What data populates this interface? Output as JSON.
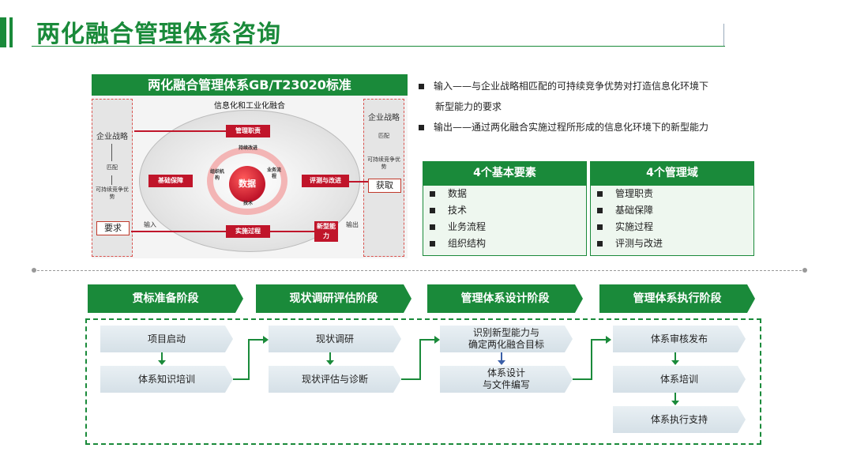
{
  "page": {
    "title": "两化融合管理体系咨询"
  },
  "diagram": {
    "header": "两化融合管理体系GB/T23020标准",
    "ellipse_title": "信息化和工业化融合",
    "left_side": {
      "top": "企业战略",
      "middle": "匹配",
      "bottom": "可持续竞争优势",
      "tag": "要求"
    },
    "right_side": {
      "top": "企业战略",
      "middle": "匹配",
      "bottom": "可持续竞争优势",
      "tag": "获取"
    },
    "boxes": {
      "mgmt": "管理职责",
      "base": "基础保障",
      "eval": "评测与改进",
      "impl": "实施过程",
      "newcap": "新型能力",
      "core": "数据"
    },
    "ring_labels": {
      "top": "持续改进",
      "left": "组织机构",
      "right": "业务流程",
      "bottom": "技术"
    },
    "input_label": "输入",
    "output_label": "输出"
  },
  "bullets": [
    {
      "line1": "输入——与企业战略相匹配的可持续竞争优势对打造信息化环境下",
      "line2": "新型能力的要求"
    },
    {
      "line1": "输出——通过两化融合实施过程所形成的信息化环境下的新型能力",
      "line2": ""
    }
  ],
  "elements": {
    "title": "4个基本要素",
    "items": [
      "数据",
      "技术",
      "业务流程",
      "组织结构"
    ]
  },
  "domains": {
    "title": "4个管理域",
    "items": [
      "管理职责",
      "基础保障",
      "实施过程",
      "评测与改进"
    ]
  },
  "stages": [
    {
      "label": "贯标准备阶段",
      "steps": [
        "项目启动",
        "体系知识培训"
      ]
    },
    {
      "label": "现状调研评估阶段",
      "steps": [
        "现状调研",
        "现状评估与诊断"
      ]
    },
    {
      "label": "管理体系设计阶段",
      "steps": [
        "识别新型能力与确定两化融合目标",
        "体系设计与文件编写"
      ]
    },
    {
      "label": "管理体系执行阶段",
      "steps": [
        "体系审核发布",
        "体系培训",
        "体系执行支持"
      ]
    }
  ],
  "step_lines": {
    "s3a_l1": "识别新型能力与",
    "s3a_l2": "确定两化融合目标",
    "s3b_l1": "体系设计",
    "s3b_l2": "与文件编写"
  },
  "colors": {
    "brand_green": "#1a8a3a",
    "accent_red": "#c0152a"
  }
}
